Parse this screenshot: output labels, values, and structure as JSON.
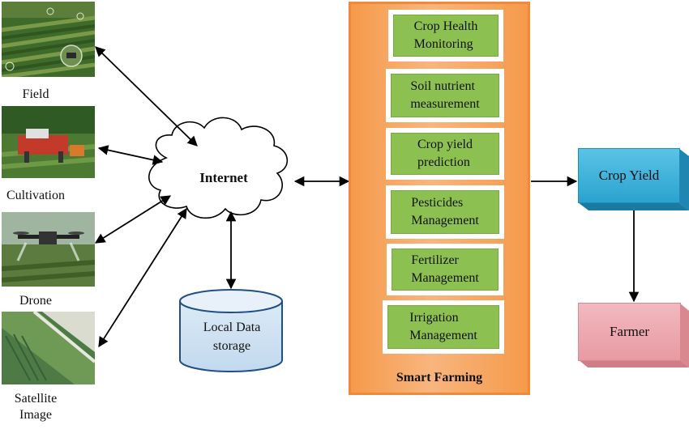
{
  "sources": [
    {
      "id": "field",
      "label": "Field"
    },
    {
      "id": "cultivation",
      "label": "Cultivation"
    },
    {
      "id": "drone",
      "label": "Drone"
    },
    {
      "id": "satellite",
      "label": "Satellite\nImage"
    }
  ],
  "internet": {
    "label": "Internet"
  },
  "storage": {
    "label": "Local Data\nstorage"
  },
  "smart_farming": {
    "title": "Smart Farming",
    "modules": [
      {
        "label": "Crop Health\nMonitoring"
      },
      {
        "label": "Soil nutrient\nmeasurement"
      },
      {
        "label": "Crop yield\nprediction"
      },
      {
        "label": "Pesticides\nManagement"
      },
      {
        "label": "Fertilizer\nManagement"
      },
      {
        "label": "Irrigation\nManagement"
      }
    ]
  },
  "crop_yield": {
    "label": "Crop Yield"
  },
  "farmer": {
    "label": "Farmer"
  },
  "colors": {
    "module_green": "#8cc152",
    "panel_orange": "#f59a4a",
    "yield_blue": "#2aa3cf",
    "farmer_pink": "#e89aa2",
    "storage_blue": "#cfe3f3"
  }
}
